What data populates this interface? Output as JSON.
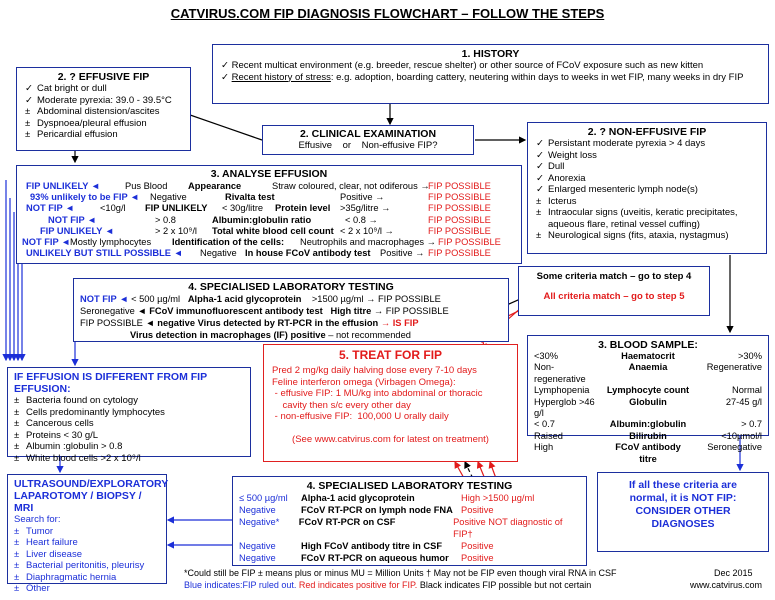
{
  "title": "CATVIRUS.COM  FIP DIAGNOSIS FLOWCHART – FOLLOW THE STEPS",
  "history": {
    "header": "1. HISTORY",
    "line1": "Recent multicat environment (e.g. breeder, rescue shelter) or other source of FCoV exposure such as new kitten",
    "line2_u": "Recent history of stress",
    "line2": ": e.g. adoption, boarding cattery, neutering within days to weeks in wet FIP, many weeks in dry FIP"
  },
  "effusive": {
    "header": "2. ? EFFUSIVE FIP",
    "items": [
      {
        "sym": "✓",
        "text": "Cat bright or dull"
      },
      {
        "sym": "✓",
        "text": "Moderate pyrexia: 39.0 - 39.5°C"
      },
      {
        "sym": "±",
        "text": "Abdominal distension/ascites"
      },
      {
        "sym": "±",
        "text": "Dyspnoea/pleural effusion"
      },
      {
        "sym": "±",
        "text": "Pericardial effusion"
      }
    ]
  },
  "clinical": {
    "header": "2. CLINICAL EXAMINATION",
    "left": "Effusive",
    "or": "or",
    "right": "Non-effusive FIP?"
  },
  "noneffusive": {
    "header": "2. ? NON-EFFUSIVE FIP",
    "items": [
      {
        "sym": "✓",
        "text": "Persistant moderate pyrexia > 4 days"
      },
      {
        "sym": "✓",
        "text": "Weight loss"
      },
      {
        "sym": "✓",
        "text": "Dull"
      },
      {
        "sym": "✓",
        "text": "Anorexia"
      },
      {
        "sym": "✓",
        "text": "Enlarged mesenteric lymph node(s)"
      },
      {
        "sym": "±",
        "text": "Icterus"
      },
      {
        "sym": "±",
        "text": "Intraocular signs (uveitis, keratic precipitates, aqueous flare, retinal vessel cuffing)"
      },
      {
        "sym": "±",
        "text": "Neurological signs (fits, ataxia, nystagmus)"
      }
    ]
  },
  "analyse": {
    "header": "3. ANALYSE EFFUSION",
    "rows": [
      {
        "l": "FIP UNLIKELY",
        "m1": "Pus Blood",
        "m": "Appearance",
        "r1": "Straw coloured, clear, not odiferous",
        "r": "FIP POSSIBLE"
      },
      {
        "l": "93% unlikely to be FIP",
        "m1": "Negative",
        "m": "Rivalta  test",
        "r1": "Positive",
        "r": "FIP POSSIBLE"
      },
      {
        "l": "NOT FIP",
        "m1": "<10g/l",
        "m": "FIP UNLIKELY",
        "m2": "< 30g/litre",
        "m3": "Protein level",
        "r1": ">35g/litre",
        "r": "FIP POSSIBLE"
      },
      {
        "l": "NOT FIP",
        "m1": "> 0.8",
        "m": "Albumin:globulin ratio",
        "r1": "< 0.8",
        "r": "FIP POSSIBLE"
      },
      {
        "l": "FIP UNLIKELY",
        "m1": "> 2 x 10⁹/l",
        "m": "Total white blood cell count",
        "r1": "< 2 x 10⁹/l",
        "r": "FIP POSSIBLE"
      },
      {
        "l": "NOT FIP",
        "m1": "Mostly lymphocytes",
        "m": "Identification of the cells:",
        "r1": "Neutrophils and macrophages",
        "r": "FIP POSSIBLE"
      },
      {
        "l": "UNLIKELY BUT STILL POSSIBLE",
        "m1": "Negative",
        "m": "In house FCoV antibody test",
        "r1": "Positive",
        "r": "FIP POSSIBLE"
      }
    ]
  },
  "lab4a": {
    "header": "4. SPECIALISED LABORATORY TESTING",
    "r1_l": "NOT FIP",
    "r1_m1": "< 500 µg/ml",
    "r1_m": "Alpha-1 acid glycoprotein",
    "r1_r1": ">1500 µg/ml",
    "r1_r": "FIP POSSIBLE",
    "r2_l": "Seronegative",
    "r2_m": "FCoV immunofluorescent antibody test",
    "r2_r1": "High titre",
    "r2_r": "FIP POSSIBLE",
    "r3_l": "FIP POSSIBLE",
    "r3_m1": "negative",
    "r3_m": "Virus detected by RT-PCR in the effusion",
    "r3_r": "IS FIP",
    "r4": "Virus detection in macrophages (IF) positive",
    "r4b": "– not recommended"
  },
  "criteria": {
    "some": "Some criteria match – go to step 4",
    "all": "All criteria match – go to step 5"
  },
  "treat": {
    "header": "5. TREAT FOR FIP",
    "lines": [
      "Pred 2 mg/kg daily halving dose every 7-10 days",
      "Feline interferon omega (Virbagen Omega):",
      " - effusive FIP: 1 MU/kg into abdominal or thoracic",
      "    cavity then s/c every other day",
      " - non-effusive FIP:  100,000 U orally daily",
      "",
      "(See www.catvirus.com for latest on treatment)"
    ]
  },
  "blood": {
    "header": "3. BLOOD SAMPLE:",
    "rows": [
      {
        "l": "<30%",
        "m": "Haematocrit",
        "r": ">30%"
      },
      {
        "l": "Non-regenerative",
        "m": "Anaemia",
        "r": "Regenerative"
      },
      {
        "l": "Lymphopenia",
        "m": "Lymphocyte count",
        "r": "Normal"
      },
      {
        "l": "Hyperglob >46 g/l",
        "m": "Globulin",
        "r": "27-45 g/l"
      },
      {
        "l": "< 0.7",
        "m": "Albumin:globulin",
        "r": "> 0.7"
      },
      {
        "l": "Raised",
        "m": "Bilirubin",
        "r": "<10µmol/l"
      },
      {
        "l": "High",
        "m": "FCoV antibody titre",
        "r": "Seronegative"
      }
    ]
  },
  "different": {
    "header": "IF EFFUSION IS DIFFERENT FROM FIP EFFUSION:",
    "items": [
      "Bacteria  found on cytology",
      "Cells predominantly lymphocytes",
      "Cancerous cells",
      "Proteins < 30 g/L",
      "Albumin :globulin > 0.8",
      "White blood cells >2 x 10⁹/l"
    ]
  },
  "ultra": {
    "header1": "ULTRASOUND/EXPLORATORY",
    "header2": "LAPAROTOMY / BIOPSY / MRI",
    "search": "Search for:",
    "items": [
      "Tumor",
      "Heart failure",
      "Liver disease",
      "Bacterial peritonitis, pleurisy",
      "Diaphragmatic hernia",
      "Other"
    ]
  },
  "lab4b": {
    "header": "4. SPECIALISED LABORATORY TESTING",
    "rows": [
      {
        "l": "≤ 500 µg/ml",
        "m": "Alpha-1 acid glycoprotein",
        "r": "High >1500 µg/ml"
      },
      {
        "l": "Negative",
        "m": "FCoV RT-PCR on lymph node FNA",
        "r": "Positive"
      },
      {
        "l": "Negative*",
        "m": "FCoV RT-PCR on CSF",
        "r": "Positive NOT diagnostic of FIP†"
      },
      {
        "l": "Negative",
        "m": "High FCoV antibody titre in CSF",
        "r": "Positive"
      },
      {
        "l": "Negative",
        "m": "FCoV RT-PCR on aqueous humor",
        "r": "Positive"
      }
    ]
  },
  "normal": {
    "lines": [
      "If all these criteria are",
      "normal, it is NOT FIP:",
      "CONSIDER OTHER",
      "DIAGNOSES"
    ]
  },
  "footer": {
    "line1": "*Could still be FIP   ± means plus or minus    MU = Million Units    † May not be FIP even though viral RNA in CSF",
    "date": "Dec  2015",
    "blue": "Blue indicates:FIP ruled out.",
    "red": " Red indicates positive for FIP.",
    "black": " Black indicates FIP possible but not certain",
    "site": "www.catvirus.com"
  }
}
